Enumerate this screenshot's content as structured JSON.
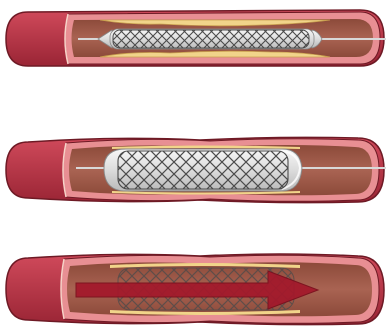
{
  "colors": {
    "background": "#ffffff",
    "vessel_outer": "#c0394b",
    "vessel_outer_shade": "#8e2130",
    "vessel_stroke": "#6e1a25",
    "vessel_wall": "#e88f93",
    "vessel_wall_line": "#f7d3c8",
    "lumen": "#a35a48",
    "lumen_dark": "#7c3c2e",
    "plaque": "#f1d48a",
    "plaque_stroke": "#c9a04f",
    "balloon": "#dcdcdc",
    "balloon_highlight": "#f7f7f7",
    "stent_mesh": "#4b4b4b",
    "guidewire": "#d8d8d8",
    "blood_flow_arrow": "#a3182b"
  },
  "panels": [
    {
      "step": 1,
      "balloon": "deflated",
      "stent": "crimped",
      "plaque": "narrowing"
    },
    {
      "step": 2,
      "balloon": "inflated",
      "stent": "expanded",
      "plaque": "compressed"
    },
    {
      "step": 3,
      "balloon": "removed",
      "stent": "implanted",
      "plaque": "compressed",
      "flow_arrow": true
    }
  ]
}
